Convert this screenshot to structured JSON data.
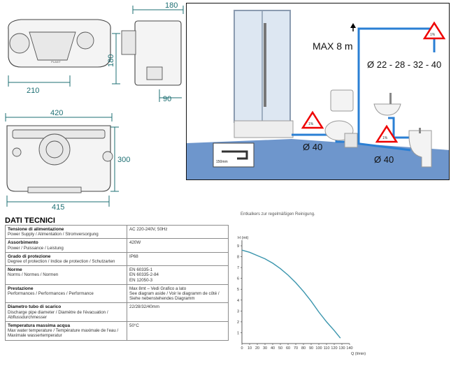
{
  "dimensions": {
    "top_depth": "180",
    "side_height": "180",
    "width_top": "210",
    "outlet_offset": "90",
    "front_width": "420",
    "front_height": "300",
    "base_width": "415"
  },
  "install": {
    "max_head": "MAX 8 m",
    "pipe_diameters": "Ø 22 - 28 - 32 - 40",
    "inlet_left": "Ø 40",
    "inlet_right": "Ø 40",
    "slope": "1%",
    "drain_height": "150mm"
  },
  "brand": "PLAKIT",
  "tech": {
    "title": "DATI TECNICI",
    "rows": [
      {
        "label": "Tensione di alimentazione",
        "sub": "Power Supply / Alimentation / Stromversorgung",
        "values": [
          "AC 220-240V, 50Hz"
        ]
      },
      {
        "label": "Assorbimento",
        "sub": "Power / Puissance / Leistung",
        "values": [
          "420W"
        ]
      },
      {
        "label": "Grado di protezione",
        "sub": "Degree of protection / Indice de protection / Schutzarten",
        "values": [
          "IP68"
        ]
      },
      {
        "label": "Norme",
        "sub": "Norms / Normes / Normen",
        "values": [
          "EN 60335-1",
          "EN 60335-2-84",
          "EN 12050-3"
        ]
      },
      {
        "label": "Prestazione",
        "sub": "Performances / Performances / Performance",
        "values": [
          "Max 8mt – Vedi Grafico a lato",
          "See diagram aside / Voir le diagramm de côté /",
          "Siehe nebenstehendes Diagramm"
        ]
      },
      {
        "label": "Diametro tubo di scarico",
        "sub": "Discharge pipe diameter / Diamètre de l'évacuation / Abflussdurchmesser",
        "values": [
          "22/28/32/40mm"
        ]
      },
      {
        "label": "Temperatura massima acqua",
        "sub": "Max water temperature / Température maximale de l'eau / Maximale wassertemperatur",
        "values": [
          "50°C"
        ]
      }
    ]
  },
  "curve_note": "Entkalkers zur regelmäßigen Reinigung.",
  "chart_data": {
    "type": "line",
    "title": "",
    "xlabel": "Q (l/min)",
    "ylabel": "H (mt)",
    "xlim": [
      0,
      140
    ],
    "ylim": [
      0,
      9
    ],
    "x_ticks": [
      "0",
      "10",
      "20",
      "30",
      "40",
      "50",
      "60",
      "70",
      "80",
      "90",
      "100",
      "110",
      "120",
      "130",
      "140"
    ],
    "y_ticks": [
      "1",
      "2",
      "3",
      "4",
      "5",
      "6",
      "7",
      "8",
      "9"
    ],
    "series": [
      {
        "x": [
          0,
          10,
          20,
          30,
          40,
          50,
          60,
          70,
          80,
          90,
          100,
          110,
          120,
          128
        ],
        "y": [
          8.6,
          8.4,
          8.1,
          7.8,
          7.4,
          6.9,
          6.3,
          5.6,
          4.8,
          3.9,
          2.9,
          2.0,
          1.2,
          0.5
        ]
      }
    ],
    "grid": false,
    "color": "#3a95ad"
  }
}
